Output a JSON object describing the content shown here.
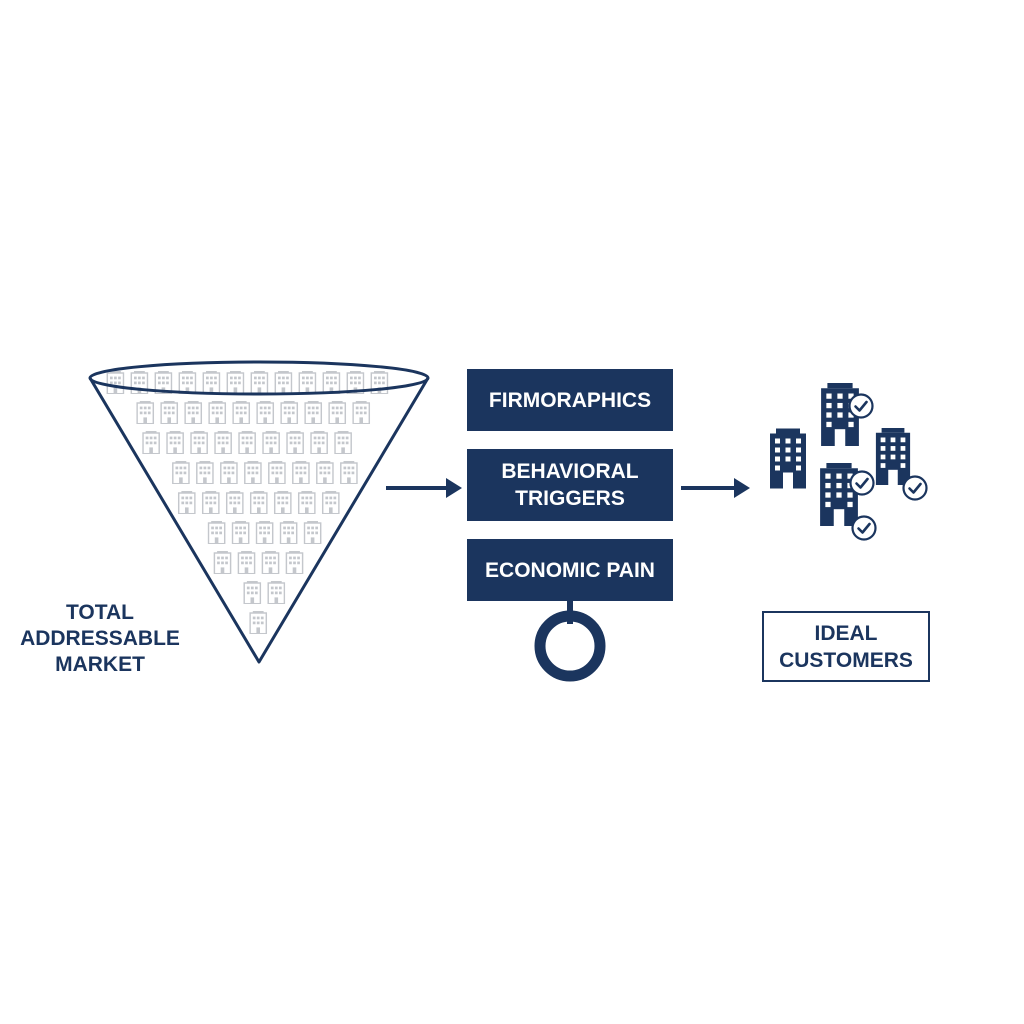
{
  "colors": {
    "navy": "#1b355e",
    "building_faint": "#c4c7cc",
    "background": "#ffffff"
  },
  "market": {
    "label_lines": [
      "TOTAL",
      "ADDRESSABLE",
      "MARKET"
    ],
    "icon": "office-building-icon"
  },
  "filters": [
    {
      "lines": [
        "FIRMORAPHICS"
      ]
    },
    {
      "lines": [
        "BEHAVIORAL",
        "TRIGGERS"
      ]
    },
    {
      "lines": [
        "ECONOMIC PAIN"
      ]
    }
  ],
  "filter_handle_icon": "ring-handle-icon",
  "arrows": [
    "arrow-right-icon",
    "arrow-right-icon"
  ],
  "output": {
    "label_lines": [
      "IDEAL",
      "CUSTOMERS"
    ],
    "building_icon": "office-building-icon",
    "check_icon": "check-circle-icon"
  }
}
